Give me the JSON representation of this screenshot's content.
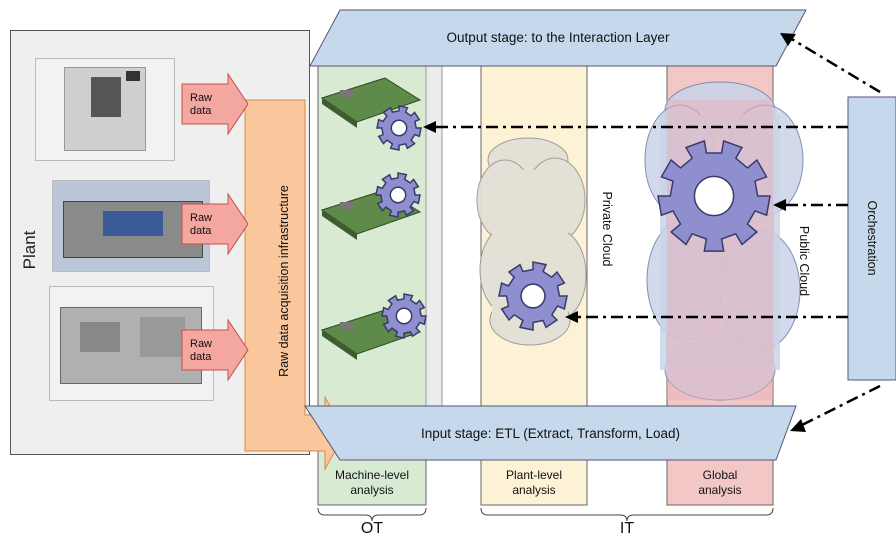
{
  "plant_label": "Plant",
  "raw_data_label": "Raw\ndata",
  "raw_acquisition_label": "Raw data acquisition infrastructure",
  "output_stage_label": "Output stage: to the Interaction Layer",
  "input_stage_label": "Input stage: ETL (Extract, Transform, Load)",
  "private_cloud_label": "Private Cloud",
  "public_cloud_label": "Public Cloud",
  "orchestration_label": "Orchestration",
  "columns": {
    "machine": "Machine-level\nanalysis",
    "plant": "Plant-level\nanalysis",
    "global": "Global\nanalysis"
  },
  "groups": {
    "ot": "OT",
    "it": "IT"
  },
  "colors": {
    "stage_fill": "#c6d9ec",
    "machine_col": "#d9ead3",
    "plant_col": "#fdf2d6",
    "global_col": "#f4c7c7",
    "raw_arrow": "#f4a6a0",
    "acq_arrow": "#f9c79b",
    "orchestration": "#c6d9ec",
    "gear": "#8f8fcf"
  }
}
